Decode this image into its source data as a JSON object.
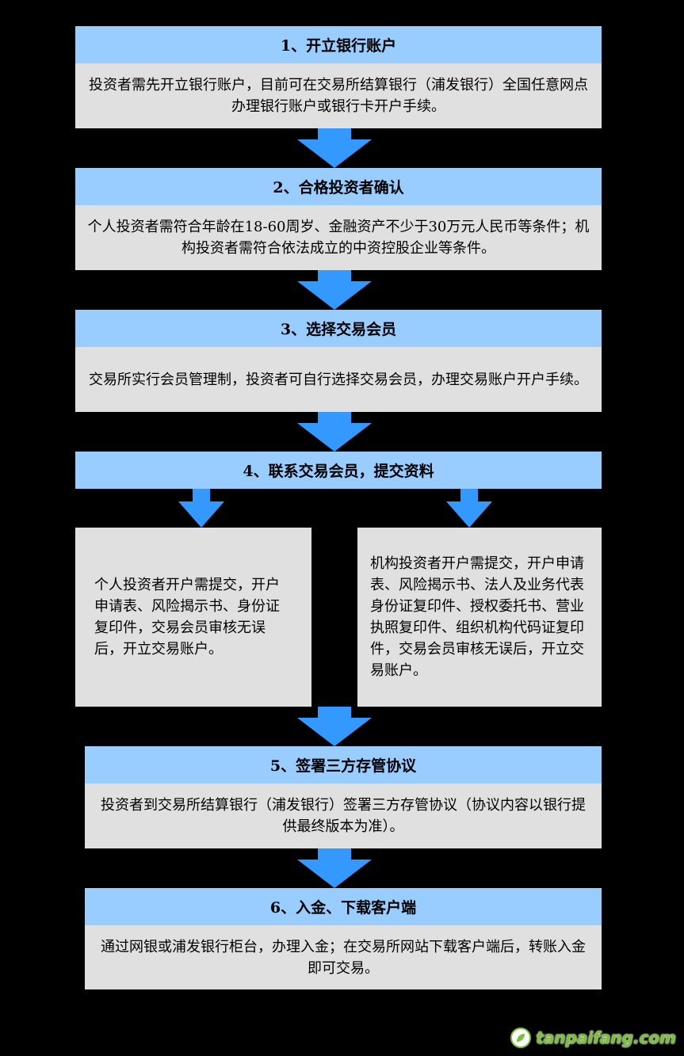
{
  "steps": [
    {
      "title": "1、开立银行账户",
      "text": "投资者需先开立银行账户，目前可在交易所结算银行（浦发银行）全国任意网点办理银行账户或银行卡开户手续。"
    },
    {
      "title": "2、合格投资者确认",
      "text": "个人投资者需符合年龄在18-60周岁、金融资产不少于30万元人民币等条件；机构投资者需符合依法成立的中资控股企业等条件。"
    },
    {
      "title": "3、选择交易会员",
      "text": "交易所实行会员管理制，投资者可自行选择交易会员，办理交易账户开户手续。"
    },
    {
      "title": "4、联系交易会员，提交资料"
    },
    {
      "title": "5、签署三方存管协议",
      "text": "投资者到交易所结算银行（浦发银行）签署三方存管协议（协议内容以银行提供最终版本为准）。"
    },
    {
      "title": "6、入金、下载客户端",
      "text": "通过网银或浦发银行柜台，办理入金；在交易所网站下载客户端后，转账入金即可交易。"
    }
  ],
  "branches": {
    "individual": "个人投资者开户需提交，开户申请表、风险揭示书、身份证复印件，交易会员审核无误后，开立交易账户。",
    "institution": "机构投资者开户需提交，开户申请表、风险揭示书、法人及业务代表身份证复印件、授权委托书、营业执照复印件、组织机构代码证复印件，交易会员审核无误后，开立交易账户。"
  },
  "watermark": "tanpaifang.com",
  "colors": {
    "header": "#99ccff",
    "body": "#e0e0e0",
    "arrow": "#3399ff",
    "background": "#000000"
  }
}
